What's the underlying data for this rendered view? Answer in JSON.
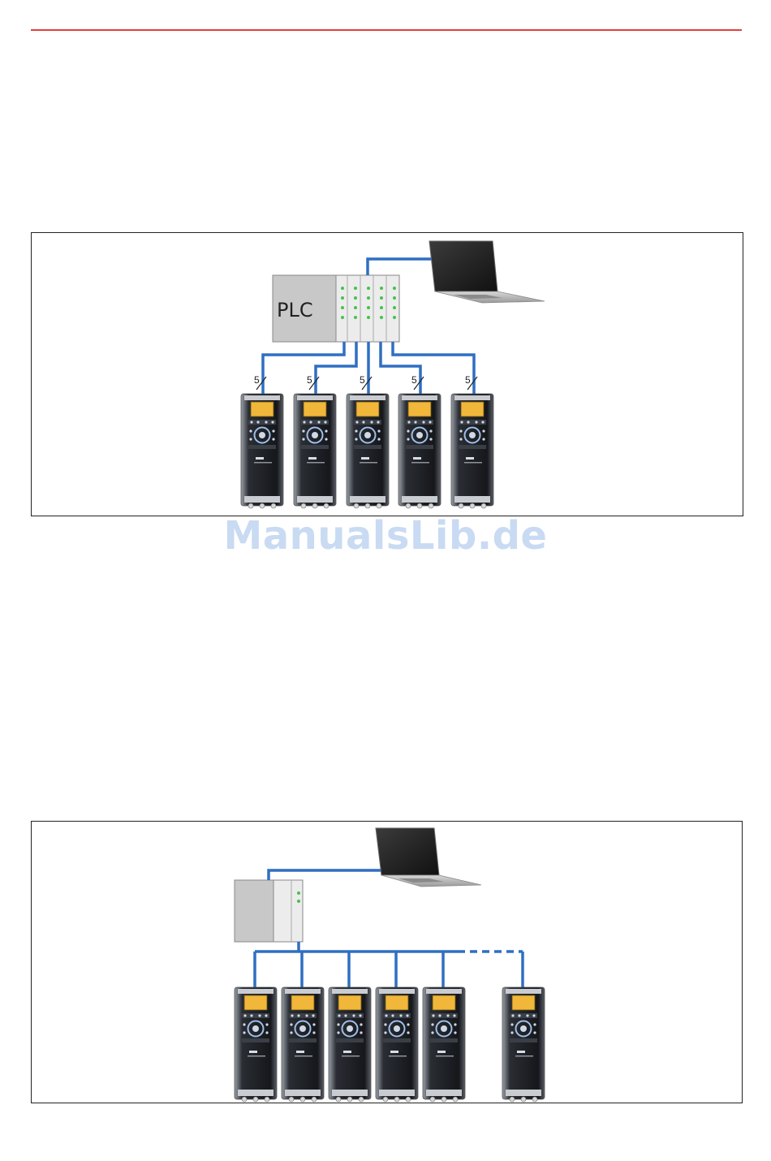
{
  "page": {
    "accent_color": "#e0403a"
  },
  "figure_1": {
    "plc_label": "PLC",
    "cable_count_labels": [
      "5",
      "5",
      "5",
      "5",
      "5"
    ],
    "network_color": "#2f6fc2"
  },
  "figure_2": {
    "network_color": "#2f6fc2"
  },
  "watermark": {
    "text": "ManualsLib.de",
    "color": "#c9daf3"
  }
}
